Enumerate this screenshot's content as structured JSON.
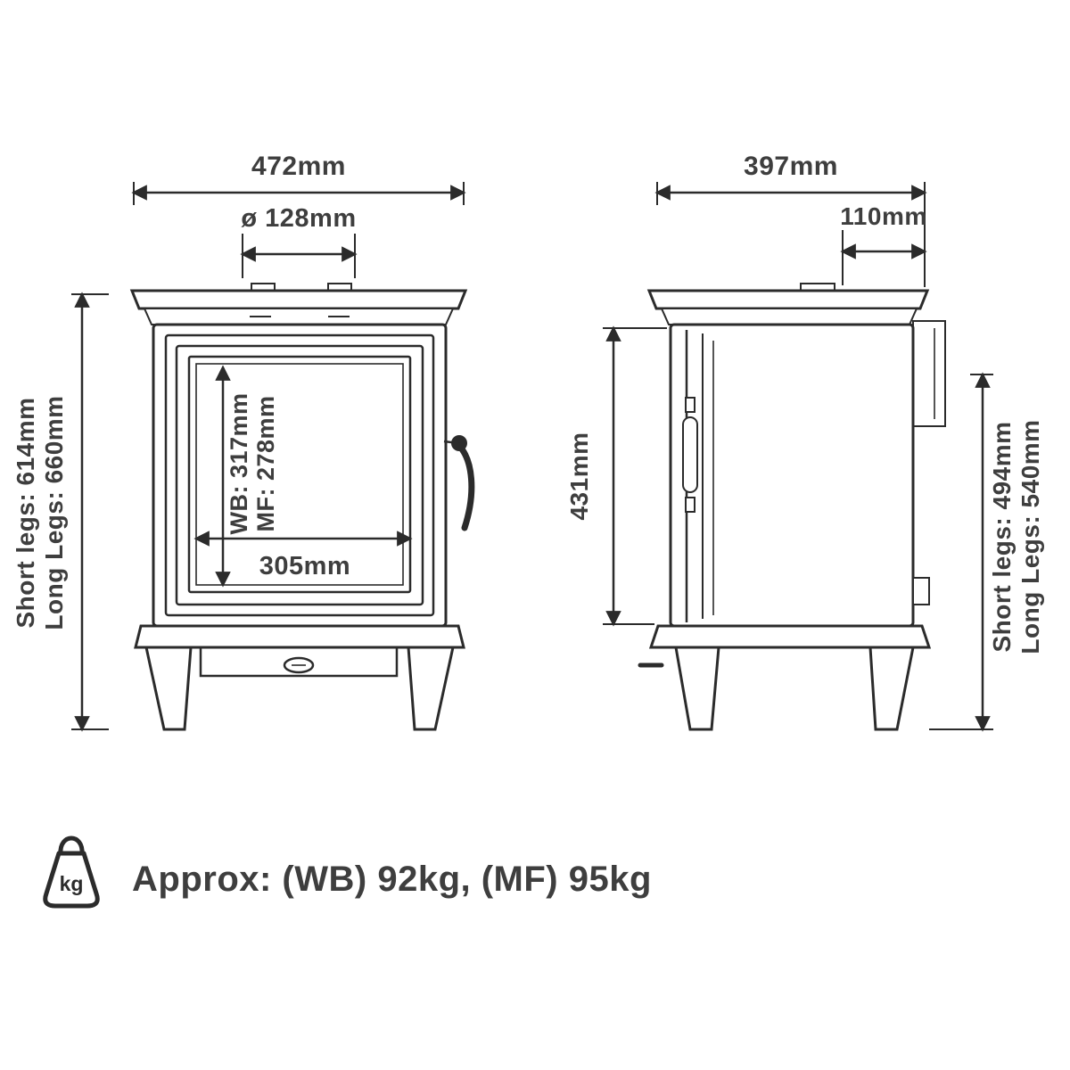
{
  "front_view": {
    "width": "472mm",
    "flue_diameter": "ø 128mm",
    "height_short_legs": "Short legs: 614mm",
    "height_long_legs": "Long Legs: 660mm",
    "glass_height_wb": "WB: 317mm",
    "glass_height_mf": "MF: 278mm",
    "glass_width": "305mm"
  },
  "side_view": {
    "depth": "397mm",
    "flue_offset": "110mm",
    "firebox_height": "431mm",
    "height_short_legs": "Short legs: 494mm",
    "height_long_legs": "Long Legs: 540mm"
  },
  "weight": {
    "badge_unit": "kg",
    "summary": "Approx: (WB) 92kg, (MF) 95kg"
  },
  "colors": {
    "line": "#2b2b2b",
    "text": "#3e3e3e",
    "background": "#ffffff"
  }
}
